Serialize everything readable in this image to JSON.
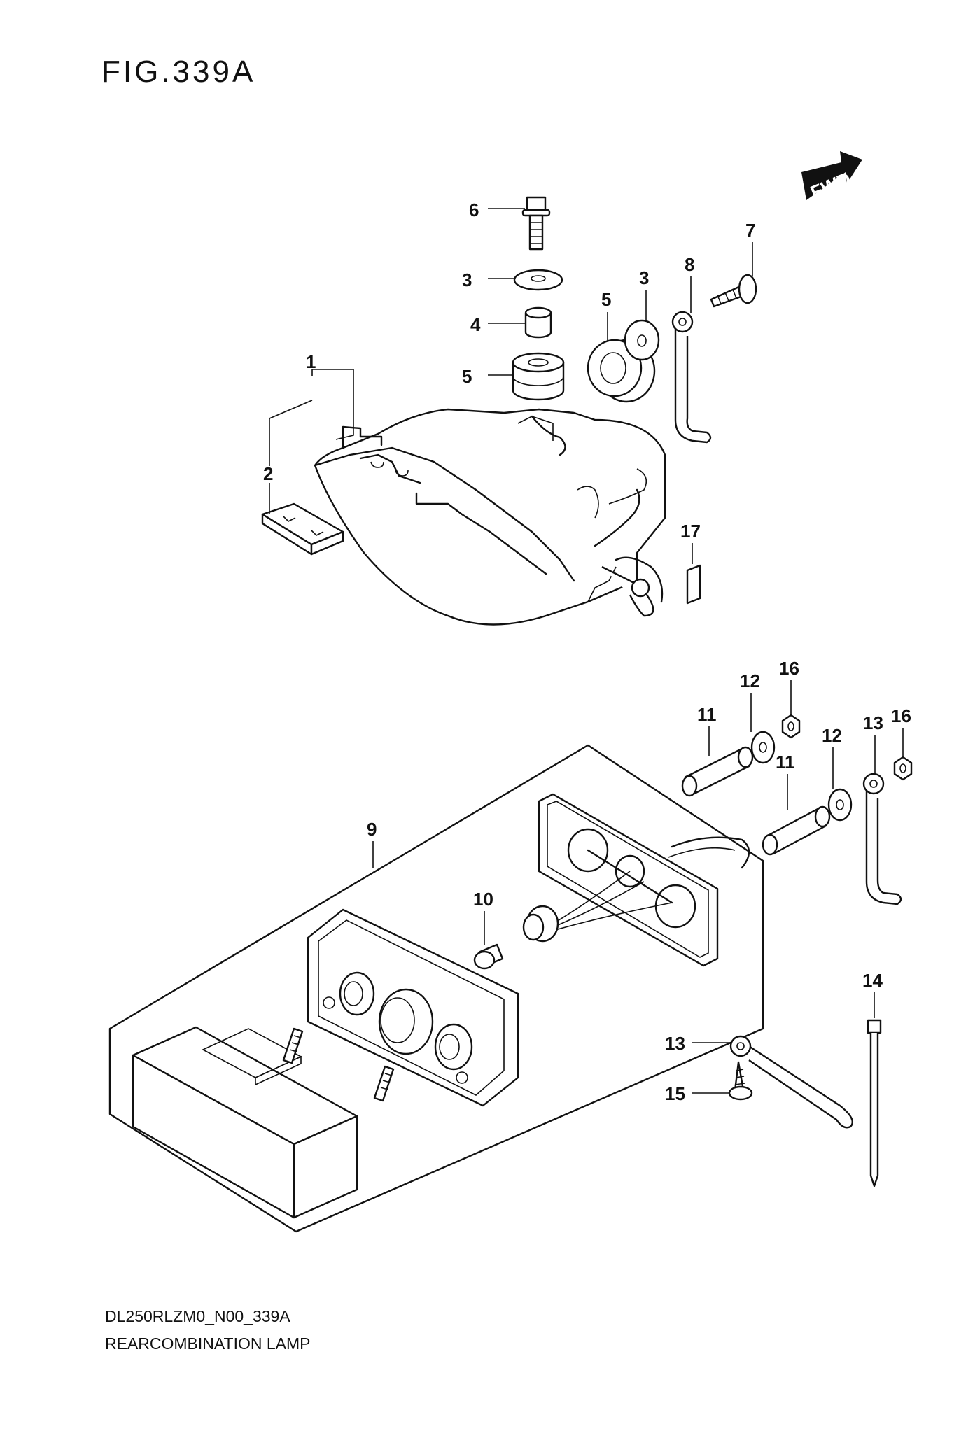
{
  "figure": {
    "title": "FIG.339A",
    "code": "DL250RLZM0_N00_339A",
    "name": "REARCOMBINATION LAMP"
  },
  "direction_badge": {
    "text": "FWD",
    "icon": "forward-arrow-icon"
  },
  "callouts": [
    {
      "id": "c6",
      "text": "6"
    },
    {
      "id": "c3a",
      "text": "3"
    },
    {
      "id": "c4",
      "text": "4"
    },
    {
      "id": "c5a",
      "text": "5"
    },
    {
      "id": "c5b",
      "text": "5"
    },
    {
      "id": "c3b",
      "text": "3"
    },
    {
      "id": "c8",
      "text": "8"
    },
    {
      "id": "c7",
      "text": "7"
    },
    {
      "id": "c1",
      "text": "1"
    },
    {
      "id": "c2",
      "text": "2"
    },
    {
      "id": "c17",
      "text": "17"
    },
    {
      "id": "c16a",
      "text": "16"
    },
    {
      "id": "c12a",
      "text": "12"
    },
    {
      "id": "c11a",
      "text": "11"
    },
    {
      "id": "c16b",
      "text": "16"
    },
    {
      "id": "c13a",
      "text": "13"
    },
    {
      "id": "c12b",
      "text": "12"
    },
    {
      "id": "c11b",
      "text": "11"
    },
    {
      "id": "c9",
      "text": "9"
    },
    {
      "id": "c10",
      "text": "10"
    },
    {
      "id": "c14",
      "text": "14"
    },
    {
      "id": "c13b",
      "text": "13"
    },
    {
      "id": "c15",
      "text": "15"
    }
  ]
}
